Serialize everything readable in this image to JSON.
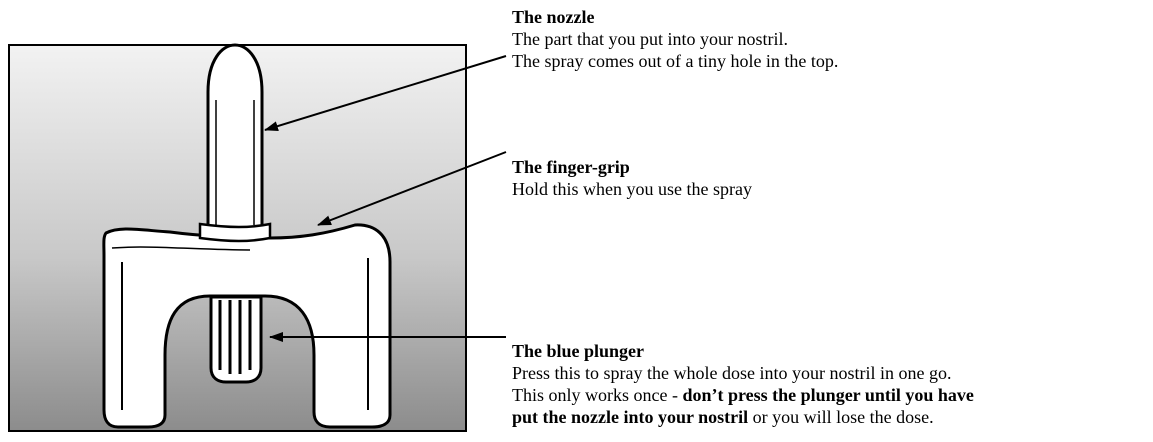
{
  "labels": {
    "nozzle": {
      "title": "The nozzle",
      "lines": [
        "The part that you put into your nostril.",
        "The spray comes out of a tiny hole in the top."
      ]
    },
    "finger_grip": {
      "title": "The finger-grip",
      "lines": [
        "Hold this when you use the spray"
      ]
    },
    "plunger": {
      "title": "The blue plunger",
      "line1": "Press this to spray the whole dose into your nostril in one go.",
      "line2_normal": "This only works once - ",
      "line2_bold": "don’t press the plunger until you have",
      "line3_bold": "put the nozzle into your nostril",
      "line3_normal": " or you will lose the dose."
    }
  },
  "colors": {
    "panel_light": "#f2f2f2",
    "panel_dark": "#8c8c8c",
    "device_fill": "#ffffff",
    "outline": "#000000"
  }
}
